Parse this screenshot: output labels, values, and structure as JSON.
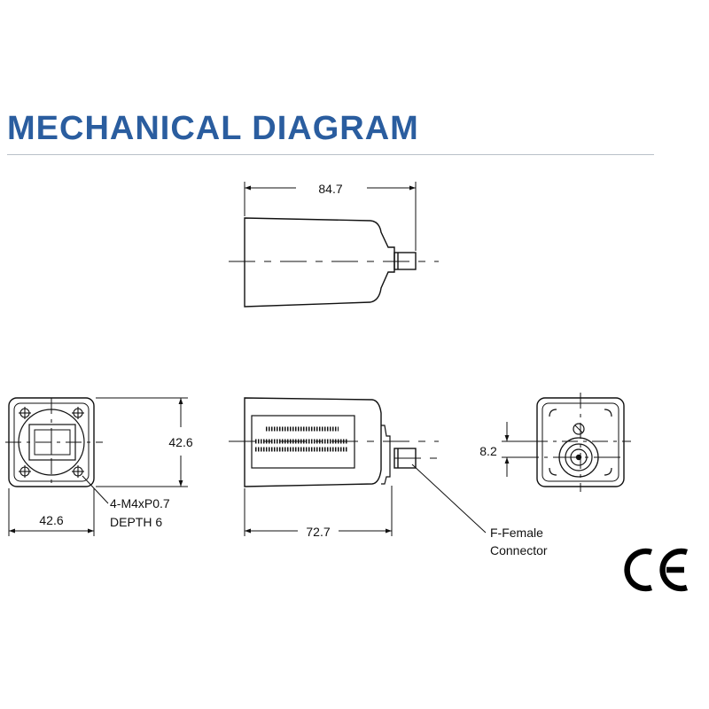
{
  "header": {
    "title": "MECHANICAL DIAGRAM",
    "accent_color": "#2a5d9f"
  },
  "dimensions": {
    "top_length": "84.7",
    "front_height": "42.6",
    "front_width": "42.6",
    "side_length": "72.7",
    "connector_offset": "8.2"
  },
  "notes": {
    "mount_hole_line1": "4-M4xP0.7",
    "mount_hole_line2": "DEPTH 6",
    "connector_line1": "F-Female",
    "connector_line2": "Connector"
  },
  "marks": {
    "certification": "CE"
  }
}
